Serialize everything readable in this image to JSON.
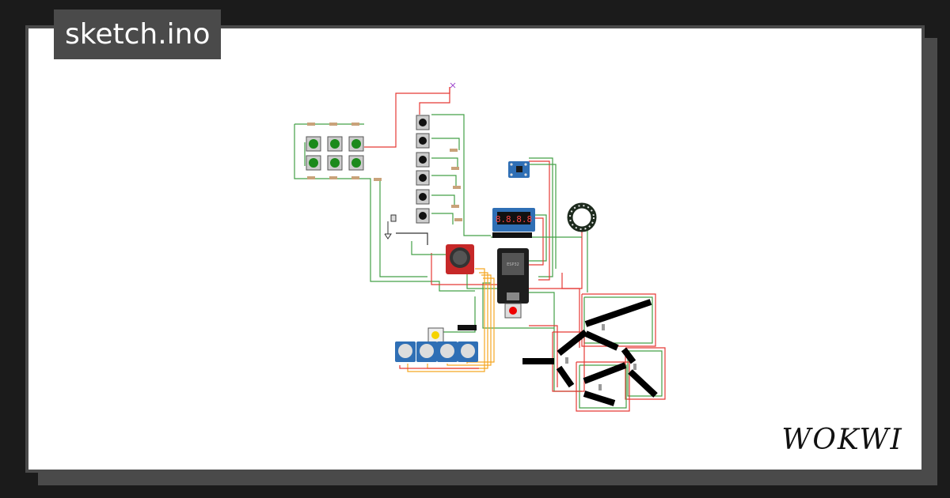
{
  "sketch": {
    "filename": "sketch.ino"
  },
  "brand": {
    "name": "WOKWI"
  },
  "parts": {
    "esp32": {
      "chip_label": "ESP32"
    },
    "display": {
      "digits": "8.8.8.8"
    }
  },
  "colors": {
    "background": "#1b1b1b",
    "frame": "#4a4a4a",
    "canvas": "#ffffff",
    "wire_red": "#e53935",
    "wire_green": "#43a047",
    "wire_orange": "#f5a623",
    "pcb_blue": "#2f6fb5",
    "button_green": "#1b8a1b"
  }
}
